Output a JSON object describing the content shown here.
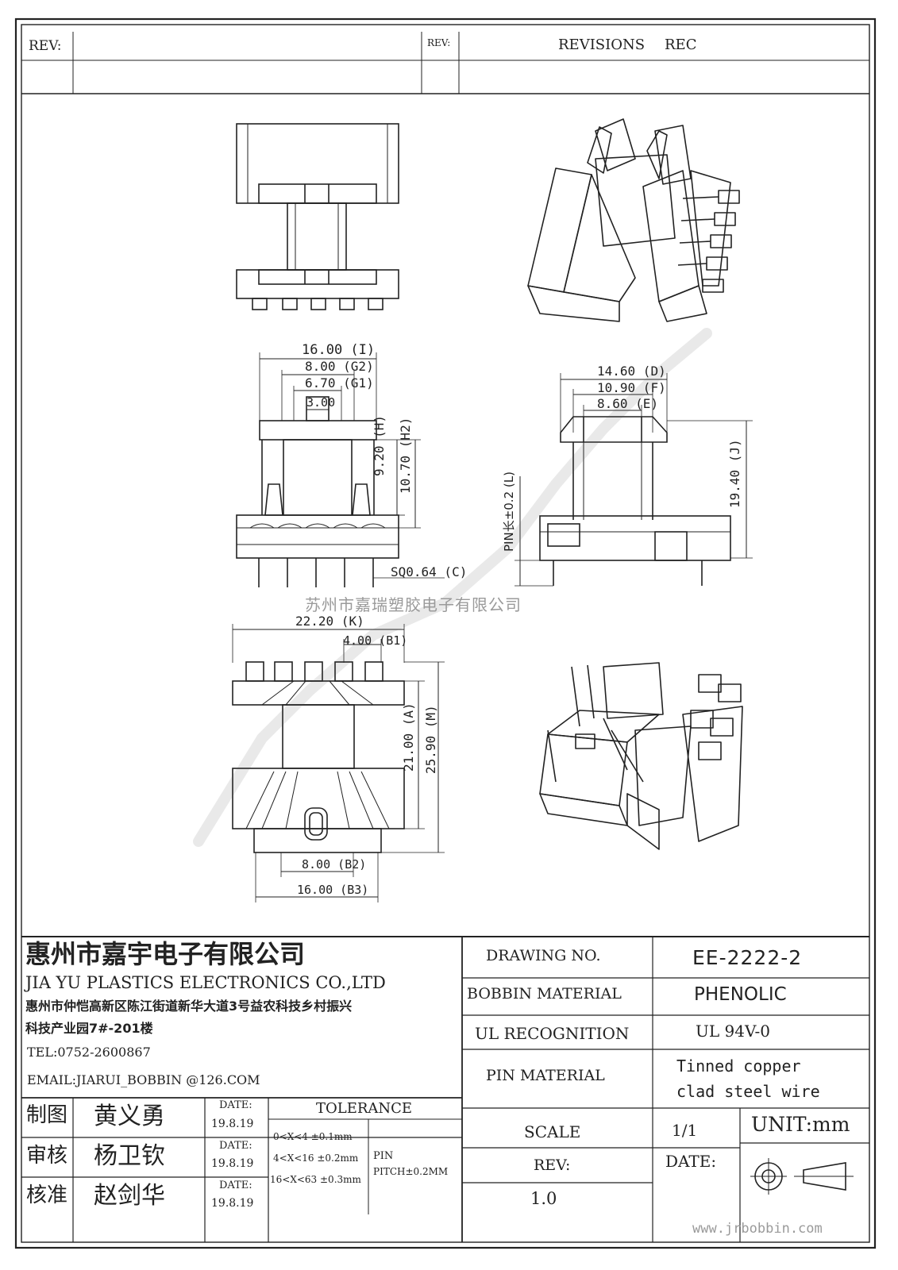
{
  "revision_bar": {
    "rev_label_left": "REV:",
    "rev_label_mid": "REV:",
    "revisions_label": "REVISIONS",
    "rec_label": "REC"
  },
  "dimensions": {
    "top_front_width": "16.00",
    "top_front_width_tag": "I",
    "width_8": "8.00",
    "width_8_tag": "G2",
    "width_670": "6.70",
    "width_670_tag": "G1",
    "width_300": "3.00",
    "height_920": "9.20",
    "height_920_tag": "H",
    "height_1070": "10.70",
    "height_1070_tag": "H2",
    "pin_sq": "SQ0.64",
    "pin_sq_tag": "C",
    "side_1460": "14.60",
    "side_1460_tag": "D",
    "side_1090": "10.90",
    "side_1090_tag": "F",
    "side_860": "8.60",
    "side_860_tag": "E",
    "side_height": "19.40",
    "side_height_tag": "J",
    "pin_length": "PIN长±0.2",
    "pin_length_tag": "L",
    "bottom_2220": "22.20",
    "bottom_2220_tag": "K",
    "bottom_400": "4.00",
    "bottom_400_tag": "B1",
    "bottom_2100": "21.00",
    "bottom_2100_tag": "A",
    "bottom_2590": "25.90",
    "bottom_2590_tag": "M",
    "bottom_800": "8.00",
    "bottom_800_tag": "B2",
    "bottom_1600": "16.00",
    "bottom_1600_tag": "B3"
  },
  "watermark_text": "苏州市嘉瑞塑胶电子有限公司",
  "company": {
    "name_cn": "惠州市嘉宇电子有限公司",
    "name_en": "JIA YU PLASTICS ELECTRONICS CO.,LTD",
    "address_line1": "惠州市仲恺高新区陈江街道新华大道3号益农科技乡村振兴",
    "address_line2": "科技产业园7#-201楼",
    "tel": "TEL:0752-2600867",
    "email": "EMAIL:JIARUI_BOBBIN @126.COM"
  },
  "approvals": [
    {
      "role": "制图",
      "name": "黄义勇",
      "date_label": "DATE:",
      "date": "19.8.19"
    },
    {
      "role": "审核",
      "name": "杨卫钦",
      "date_label": "DATE:",
      "date": "19.8.19"
    },
    {
      "role": "核准",
      "name": "赵剑华",
      "date_label": "DATE:",
      "date": "19.8.19"
    }
  ],
  "tolerance": {
    "title": "TOLERANCE",
    "rows": [
      "0<X<4  ±0.1mm",
      "4<X<16 ±0.2mm",
      "16<X<63 ±0.3mm"
    ],
    "pin_label": "PIN",
    "pin_pitch": "PITCH±0.2MM"
  },
  "spec": {
    "drawing_no_label": "DRAWING  NO.",
    "drawing_no": "EE-2222-2",
    "bobbin_material_label": "BOBBIN  MATERIAL",
    "bobbin_material": "PHENOLIC",
    "ul_label": "UL RECOGNITION",
    "ul_value": "UL 94V-0",
    "pin_material_label": "PIN MATERIAL",
    "pin_material_line1": "Tinned copper",
    "pin_material_line2": "clad steel wire",
    "scale_label": "SCALE",
    "scale_value": "1/1",
    "unit": "UNIT:mm",
    "date_label": "DATE:",
    "rev_label": "REV:",
    "rev_value": "1.0"
  },
  "footer_url": "www.jrbobbin.com"
}
